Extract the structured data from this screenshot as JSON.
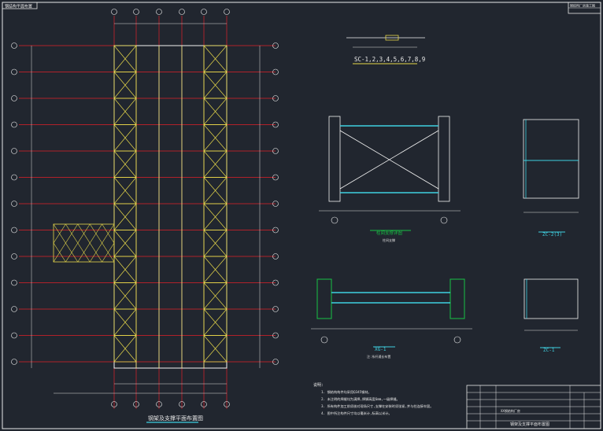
{
  "drawing": {
    "main_plan_title": "钢架及支撑平面布置图",
    "sc_series_title": "SC-1,2,3,4,5,6,7,8,9",
    "brace_elevation_title": "柱间支撑详图",
    "brace_elevation_subtitle": "柱间支撑",
    "zc_title": "ZC-2(3)",
    "zc1_title": "ZC-1",
    "xg_title": "XG-1",
    "xg_note": "注:系杆通长布置",
    "notes_label": "说明:",
    "notes": [
      "1. 钢结构构件均采用Q345钢材。",
      "2. 未注明的焊缝均为满焊,焊脚高度6mm,一级焊缝。",
      "3. 所有构件加工前须核对现场尺寸,支撑在安装时须张紧,并与柱连接牢固。",
      "4. 图中所注构件尺寸均以毫米计,标高以米计。"
    ],
    "title_block_name": "钢架及支撑平面布置图",
    "title_block_project": "XX钢结构厂房",
    "top_left_label": "钢结构平面布置",
    "top_right_label": "钢结构厂房施工图"
  },
  "colors": {
    "background": "#21262f",
    "gridline": "#e0202a",
    "frame": "#f2f2f2",
    "brace": "#e6d84a",
    "beam": "#3fd0e0",
    "detail": "#18c244",
    "dim": "#dddddd",
    "accent": "#2f78e0"
  }
}
